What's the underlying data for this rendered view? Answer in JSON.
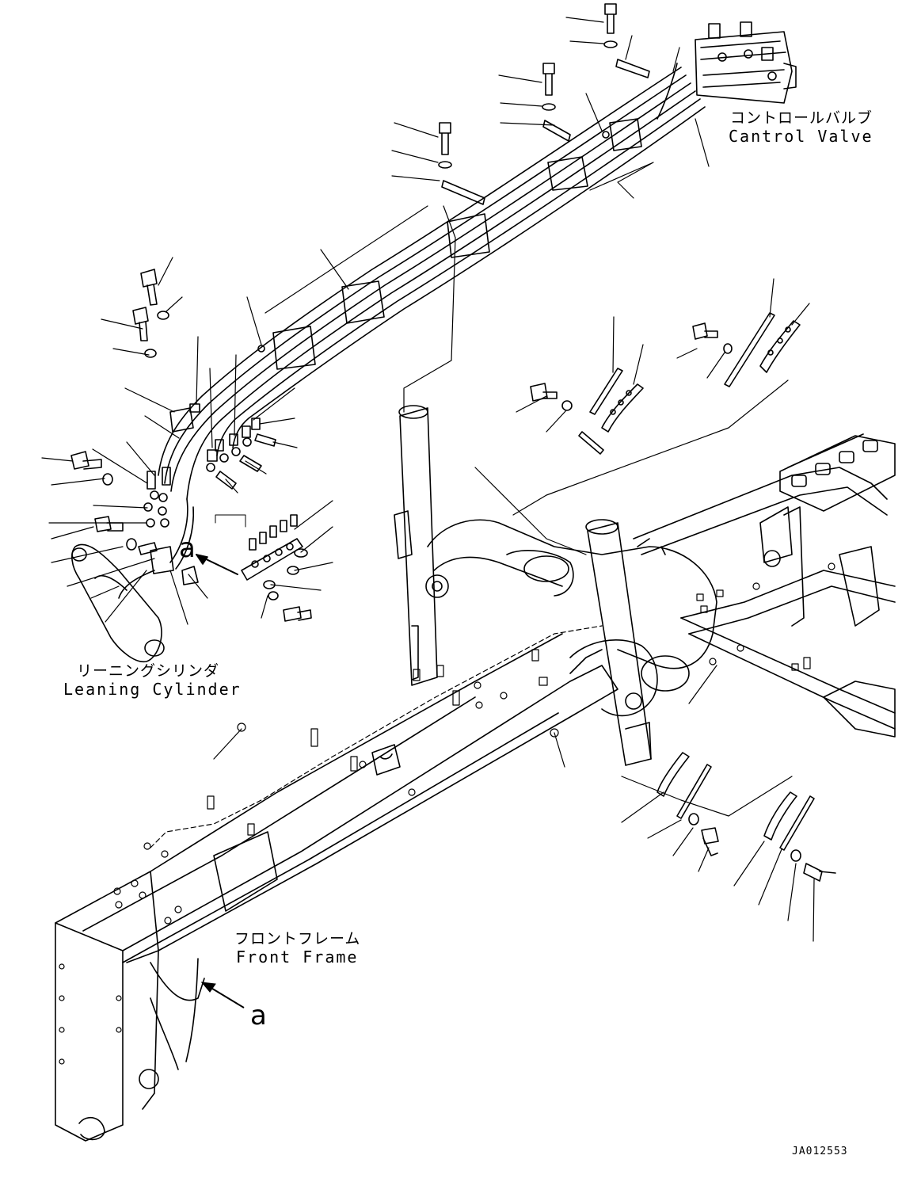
{
  "labels": {
    "control_valve_jp": "コントロールバルブ",
    "control_valve_en": "Cantrol Valve",
    "leaning_cylinder_jp": "リーニングシリンダ",
    "leaning_cylinder_en": "Leaning Cylinder",
    "front_frame_jp": "フロントフレーム",
    "front_frame_en": "Front Frame",
    "view_marker_top": "a",
    "view_marker_bottom": "a",
    "drawing_code": "JA012553"
  },
  "colors": {
    "line": "#000000",
    "background": "#ffffff"
  }
}
